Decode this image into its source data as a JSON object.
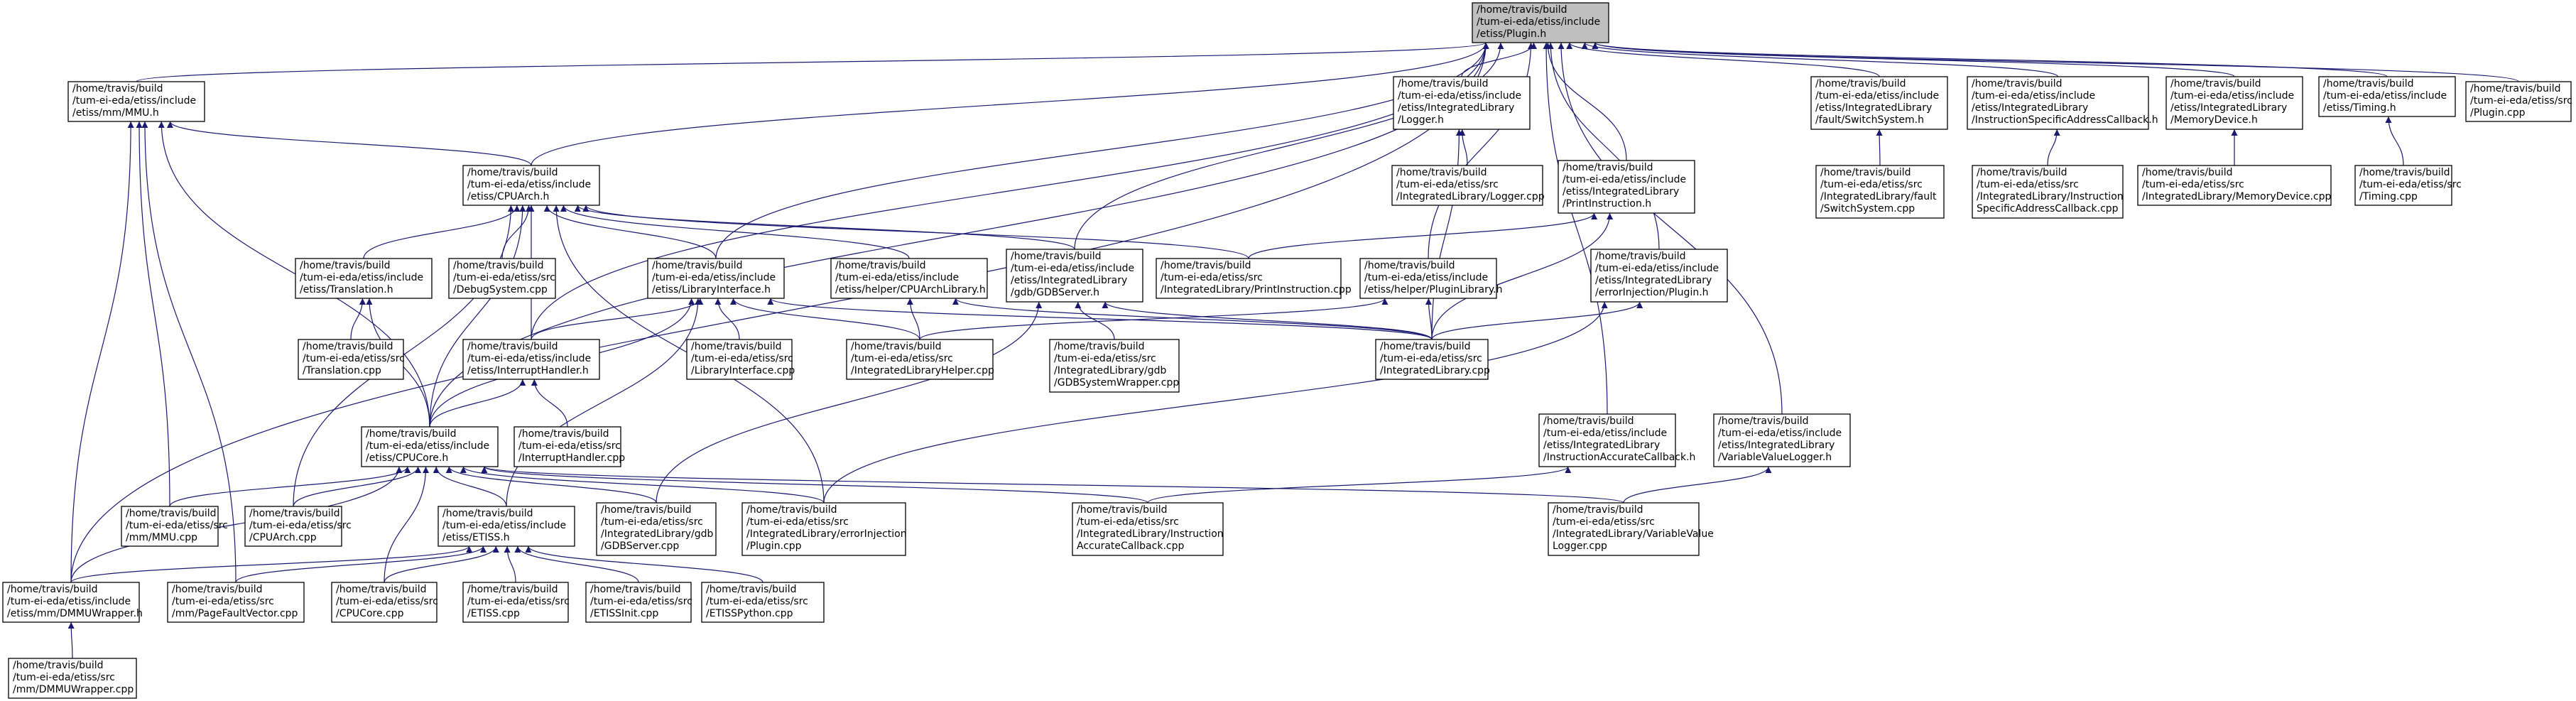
{
  "colors": {
    "edge": "#191970",
    "node_border": "#000000",
    "root_fill": "#bfbfbf",
    "node_fill": "#ffffff"
  },
  "nodes": [
    {
      "id": "plugin_h",
      "lines": [
        "/home/travis/build",
        "/tum-ei-eda/etiss/include",
        "/etiss/Plugin.h"
      ],
      "root": true
    },
    {
      "id": "mmu_h",
      "lines": [
        "/home/travis/build",
        "/tum-ei-eda/etiss/include",
        "/etiss/mm/MMU.h"
      ]
    },
    {
      "id": "cpuarch_h",
      "lines": [
        "/home/travis/build",
        "/tum-ei-eda/etiss/include",
        "/etiss/CPUArch.h"
      ]
    },
    {
      "id": "logger_h",
      "lines": [
        "/home/travis/build",
        "/tum-ei-eda/etiss/include",
        "/etiss/IntegratedLibrary",
        "/Logger.h"
      ]
    },
    {
      "id": "switchsystem_h",
      "lines": [
        "/home/travis/build",
        "/tum-ei-eda/etiss/include",
        "/etiss/IntegratedLibrary",
        "/fault/SwitchSystem.h"
      ]
    },
    {
      "id": "isacb_h",
      "lines": [
        "/home/travis/build",
        "/tum-ei-eda/etiss/include",
        "/etiss/IntegratedLibrary",
        "/InstructionSpecificAddressCallback.h"
      ]
    },
    {
      "id": "memdev_h",
      "lines": [
        "/home/travis/build",
        "/tum-ei-eda/etiss/include",
        "/etiss/IntegratedLibrary",
        "/MemoryDevice.h"
      ]
    },
    {
      "id": "timing_h",
      "lines": [
        "/home/travis/build",
        "/tum-ei-eda/etiss/include",
        "/etiss/Timing.h"
      ]
    },
    {
      "id": "plugin_cpp",
      "lines": [
        "/home/travis/build",
        "/tum-ei-eda/etiss/src",
        "/Plugin.cpp"
      ]
    },
    {
      "id": "logger_cpp",
      "lines": [
        "/home/travis/build",
        "/tum-ei-eda/etiss/src",
        "/IntegratedLibrary/Logger.cpp"
      ]
    },
    {
      "id": "printinstr_h",
      "lines": [
        "/home/travis/build",
        "/tum-ei-eda/etiss/include",
        "/etiss/IntegratedLibrary",
        "/PrintInstruction.h"
      ]
    },
    {
      "id": "switchsystem_cpp",
      "lines": [
        "/home/travis/build",
        "/tum-ei-eda/etiss/src",
        "/IntegratedLibrary/fault",
        "/SwitchSystem.cpp"
      ]
    },
    {
      "id": "isacb_cpp",
      "lines": [
        "/home/travis/build",
        "/tum-ei-eda/etiss/src",
        "/IntegratedLibrary/Instruction",
        "SpecificAddressCallback.cpp"
      ]
    },
    {
      "id": "memdev_cpp",
      "lines": [
        "/home/travis/build",
        "/tum-ei-eda/etiss/src",
        "/IntegratedLibrary/MemoryDevice.cpp"
      ]
    },
    {
      "id": "timing_cpp",
      "lines": [
        "/home/travis/build",
        "/tum-ei-eda/etiss/src",
        "/Timing.cpp"
      ]
    },
    {
      "id": "translation_h",
      "lines": [
        "/home/travis/build",
        "/tum-ei-eda/etiss/include",
        "/etiss/Translation.h"
      ]
    },
    {
      "id": "debugsystem_cpp",
      "lines": [
        "/home/travis/build",
        "/tum-ei-eda/etiss/src",
        "/DebugSystem.cpp"
      ]
    },
    {
      "id": "libiface_h",
      "lines": [
        "/home/travis/build",
        "/tum-ei-eda/etiss/include",
        "/etiss/LibraryInterface.h"
      ]
    },
    {
      "id": "cpuarchlib_h",
      "lines": [
        "/home/travis/build",
        "/tum-ei-eda/etiss/include",
        "/etiss/helper/CPUArchLibrary.h"
      ]
    },
    {
      "id": "gdbserver_h",
      "lines": [
        "/home/travis/build",
        "/tum-ei-eda/etiss/include",
        "/etiss/IntegratedLibrary",
        "/gdb/GDBServer.h"
      ]
    },
    {
      "id": "printinstr_cpp",
      "lines": [
        "/home/travis/build",
        "/tum-ei-eda/etiss/src",
        "/IntegratedLibrary/PrintInstruction.cpp"
      ]
    },
    {
      "id": "pluginlib_h",
      "lines": [
        "/home/travis/build",
        "/tum-ei-eda/etiss/include",
        "/etiss/helper/PluginLibrary.h"
      ]
    },
    {
      "id": "errinj_h",
      "lines": [
        "/home/travis/build",
        "/tum-ei-eda/etiss/include",
        "/etiss/IntegratedLibrary",
        "/errorInjection/Plugin.h"
      ]
    },
    {
      "id": "translation_cpp",
      "lines": [
        "/home/travis/build",
        "/tum-ei-eda/etiss/src",
        "/Translation.cpp"
      ]
    },
    {
      "id": "inthandler_h",
      "lines": [
        "/home/travis/build",
        "/tum-ei-eda/etiss/include",
        "/etiss/InterruptHandler.h"
      ]
    },
    {
      "id": "libiface_cpp",
      "lines": [
        "/home/travis/build",
        "/tum-ei-eda/etiss/src",
        "/LibraryInterface.cpp"
      ]
    },
    {
      "id": "intlibhelper_cpp",
      "lines": [
        "/home/travis/build",
        "/tum-ei-eda/etiss/src",
        "/IntegratedLibraryHelper.cpp"
      ]
    },
    {
      "id": "gdbsyswrap_cpp",
      "lines": [
        "/home/travis/build",
        "/tum-ei-eda/etiss/src",
        "/IntegratedLibrary/gdb",
        "/GDBSystemWrapper.cpp"
      ]
    },
    {
      "id": "intlib_cpp",
      "lines": [
        "/home/travis/build",
        "/tum-ei-eda/etiss/src",
        "/IntegratedLibrary.cpp"
      ]
    },
    {
      "id": "cpucore_h",
      "lines": [
        "/home/travis/build",
        "/tum-ei-eda/etiss/include",
        "/etiss/CPUCore.h"
      ]
    },
    {
      "id": "inthandler_cpp",
      "lines": [
        "/home/travis/build",
        "/tum-ei-eda/etiss/src",
        "/InterruptHandler.cpp"
      ]
    },
    {
      "id": "iacb_h",
      "lines": [
        "/home/travis/build",
        "/tum-ei-eda/etiss/include",
        "/etiss/IntegratedLibrary",
        "/InstructionAccurateCallback.h"
      ]
    },
    {
      "id": "vvlogger_h",
      "lines": [
        "/home/travis/build",
        "/tum-ei-eda/etiss/include",
        "/etiss/IntegratedLibrary",
        "/VariableValueLogger.h"
      ]
    },
    {
      "id": "mmu_cpp",
      "lines": [
        "/home/travis/build",
        "/tum-ei-eda/etiss/src",
        "/mm/MMU.cpp"
      ]
    },
    {
      "id": "cpuarch_cpp",
      "lines": [
        "/home/travis/build",
        "/tum-ei-eda/etiss/src",
        "/CPUArch.cpp"
      ]
    },
    {
      "id": "etiss_h",
      "lines": [
        "/home/travis/build",
        "/tum-ei-eda/etiss/include",
        "/etiss/ETISS.h"
      ]
    },
    {
      "id": "gdbserver_cpp",
      "lines": [
        "/home/travis/build",
        "/tum-ei-eda/etiss/src",
        "/IntegratedLibrary/gdb",
        "/GDBServer.cpp"
      ]
    },
    {
      "id": "errinj_cpp",
      "lines": [
        "/home/travis/build",
        "/tum-ei-eda/etiss/src",
        "/IntegratedLibrary/errorInjection",
        "/Plugin.cpp"
      ]
    },
    {
      "id": "iacb_cpp",
      "lines": [
        "/home/travis/build",
        "/tum-ei-eda/etiss/src",
        "/IntegratedLibrary/Instruction",
        "AccurateCallback.cpp"
      ]
    },
    {
      "id": "vvlogger_cpp",
      "lines": [
        "/home/travis/build",
        "/tum-ei-eda/etiss/src",
        "/IntegratedLibrary/VariableValue",
        "Logger.cpp"
      ]
    },
    {
      "id": "dmmuwrap_h",
      "lines": [
        "/home/travis/build",
        "/tum-ei-eda/etiss/include",
        "/etiss/mm/DMMUWrapper.h"
      ]
    },
    {
      "id": "pagefault_cpp",
      "lines": [
        "/home/travis/build",
        "/tum-ei-eda/etiss/src",
        "/mm/PageFaultVector.cpp"
      ]
    },
    {
      "id": "cpucore_cpp",
      "lines": [
        "/home/travis/build",
        "/tum-ei-eda/etiss/src",
        "/CPUCore.cpp"
      ]
    },
    {
      "id": "etiss_cpp",
      "lines": [
        "/home/travis/build",
        "/tum-ei-eda/etiss/src",
        "/ETISS.cpp"
      ]
    },
    {
      "id": "etissinit_cpp",
      "lines": [
        "/home/travis/build",
        "/tum-ei-eda/etiss/src",
        "/ETISSInit.cpp"
      ]
    },
    {
      "id": "etisspython_cpp",
      "lines": [
        "/home/travis/build",
        "/tum-ei-eda/etiss/src",
        "/ETISSPython.cpp"
      ]
    },
    {
      "id": "dmmuwrap_cpp",
      "lines": [
        "/home/travis/build",
        "/tum-ei-eda/etiss/src",
        "/mm/DMMUWrapper.cpp"
      ]
    }
  ],
  "edges": [
    [
      "mmu_h",
      "plugin_h"
    ],
    [
      "cpuarch_h",
      "plugin_h"
    ],
    [
      "logger_h",
      "plugin_h"
    ],
    [
      "switchsystem_h",
      "plugin_h"
    ],
    [
      "isacb_h",
      "plugin_h"
    ],
    [
      "memdev_h",
      "plugin_h"
    ],
    [
      "timing_h",
      "plugin_h"
    ],
    [
      "plugin_cpp",
      "plugin_h"
    ],
    [
      "printinstr_h",
      "plugin_h"
    ],
    [
      "libiface_h",
      "plugin_h"
    ],
    [
      "gdbserver_h",
      "plugin_h"
    ],
    [
      "pluginlib_h",
      "plugin_h"
    ],
    [
      "errinj_h",
      "plugin_h"
    ],
    [
      "inthandler_h",
      "plugin_h"
    ],
    [
      "cpucore_h",
      "plugin_h"
    ],
    [
      "iacb_h",
      "plugin_h"
    ],
    [
      "vvlogger_h",
      "plugin_h"
    ],
    [
      "dmmuwrap_h",
      "plugin_h"
    ],
    [
      "logger_cpp",
      "logger_h"
    ],
    [
      "intlib_cpp",
      "logger_h"
    ],
    [
      "switchsystem_cpp",
      "switchsystem_h"
    ],
    [
      "isacb_cpp",
      "isacb_h"
    ],
    [
      "memdev_cpp",
      "memdev_h"
    ],
    [
      "timing_cpp",
      "timing_h"
    ],
    [
      "printinstr_cpp",
      "printinstr_h"
    ],
    [
      "intlib_cpp",
      "printinstr_h"
    ],
    [
      "cpuarch_h",
      "mmu_h"
    ],
    [
      "cpucore_h",
      "mmu_h"
    ],
    [
      "mmu_cpp",
      "mmu_h"
    ],
    [
      "dmmuwrap_h",
      "mmu_h"
    ],
    [
      "pagefault_cpp",
      "mmu_h"
    ],
    [
      "translation_h",
      "cpuarch_h"
    ],
    [
      "debugsystem_cpp",
      "cpuarch_h"
    ],
    [
      "libiface_h",
      "cpuarch_h"
    ],
    [
      "cpuarchlib_h",
      "cpuarch_h"
    ],
    [
      "gdbserver_h",
      "cpuarch_h"
    ],
    [
      "printinstr_cpp",
      "cpuarch_h"
    ],
    [
      "inthandler_h",
      "cpuarch_h"
    ],
    [
      "cpucore_h",
      "cpuarch_h"
    ],
    [
      "cpuarch_cpp",
      "cpuarch_h"
    ],
    [
      "errinj_cpp",
      "cpuarch_h"
    ],
    [
      "translation_cpp",
      "translation_h"
    ],
    [
      "cpucore_h",
      "translation_h"
    ],
    [
      "inthandler_h",
      "libiface_h"
    ],
    [
      "libiface_cpp",
      "libiface_h"
    ],
    [
      "intlibhelper_cpp",
      "libiface_h"
    ],
    [
      "intlib_cpp",
      "libiface_h"
    ],
    [
      "cpucore_h",
      "libiface_h"
    ],
    [
      "etiss_h",
      "libiface_h"
    ],
    [
      "intlibhelper_cpp",
      "cpuarchlib_h"
    ],
    [
      "intlib_cpp",
      "cpuarchlib_h"
    ],
    [
      "gdbsyswrap_cpp",
      "gdbserver_h"
    ],
    [
      "gdbserver_cpp",
      "gdbserver_h"
    ],
    [
      "intlib_cpp",
      "gdbserver_h"
    ],
    [
      "intlibhelper_cpp",
      "pluginlib_h"
    ],
    [
      "intlib_cpp",
      "pluginlib_h"
    ],
    [
      "intlib_cpp",
      "errinj_h"
    ],
    [
      "errinj_cpp",
      "errinj_h"
    ],
    [
      "cpucore_h",
      "inthandler_h"
    ],
    [
      "inthandler_cpp",
      "inthandler_h"
    ],
    [
      "mmu_cpp",
      "cpucore_h"
    ],
    [
      "cpuarch_cpp",
      "cpucore_h"
    ],
    [
      "etiss_h",
      "cpucore_h"
    ],
    [
      "gdbserver_cpp",
      "cpucore_h"
    ],
    [
      "errinj_cpp",
      "cpucore_h"
    ],
    [
      "iacb_cpp",
      "cpucore_h"
    ],
    [
      "vvlogger_cpp",
      "cpucore_h"
    ],
    [
      "dmmuwrap_h",
      "cpucore_h"
    ],
    [
      "cpucore_cpp",
      "cpucore_h"
    ],
    [
      "iacb_cpp",
      "iacb_h"
    ],
    [
      "vvlogger_cpp",
      "vvlogger_h"
    ],
    [
      "dmmuwrap_h",
      "etiss_h"
    ],
    [
      "pagefault_cpp",
      "etiss_h"
    ],
    [
      "cpucore_cpp",
      "etiss_h"
    ],
    [
      "etiss_cpp",
      "etiss_h"
    ],
    [
      "etissinit_cpp",
      "etiss_h"
    ],
    [
      "etisspython_cpp",
      "etiss_h"
    ],
    [
      "dmmuwrap_cpp",
      "dmmuwrap_h"
    ]
  ]
}
